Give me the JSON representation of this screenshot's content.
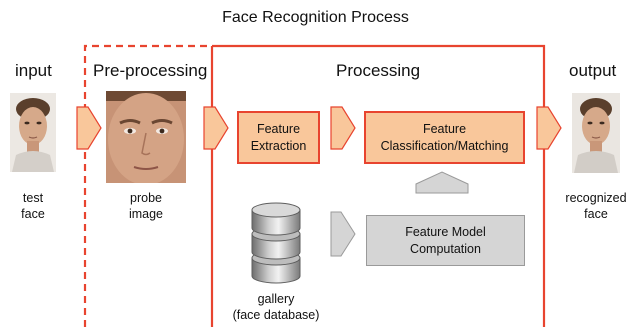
{
  "diagram": {
    "title": "Face Recognition Process",
    "sections": {
      "input": "input",
      "preprocessing": "Pre-processing",
      "processing": "Processing",
      "output": "output"
    },
    "captions": {
      "test_face": [
        "test",
        "face"
      ],
      "probe_image": [
        "probe",
        "image"
      ],
      "gallery": [
        "gallery",
        "(face database)"
      ],
      "recognized_face": [
        "recognized",
        "face"
      ]
    },
    "boxes": {
      "feature_extraction": [
        "Feature",
        "Extraction"
      ],
      "classification": [
        "Feature",
        "Classification/Matching"
      ],
      "model_computation": [
        "Feature Model",
        "Computation"
      ]
    },
    "colors": {
      "frame_red": "#e8442f",
      "box_orange": "#f9c79b",
      "arrow_orange": "#f9c79b",
      "box_gray": "#d5d5d5"
    }
  }
}
